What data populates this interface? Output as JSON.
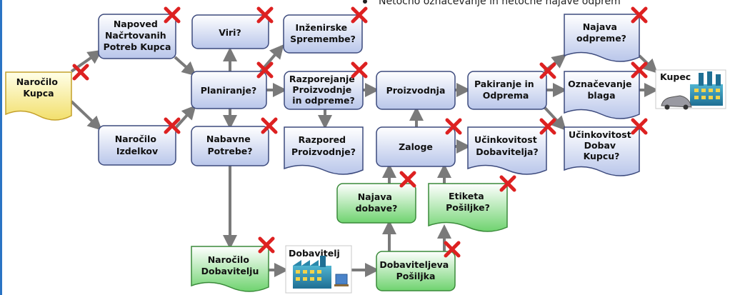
{
  "header_note": "Netočno označevanje in netočne najave odprem",
  "colors": {
    "blue_top": "#ffffff",
    "blue_bottom": "#b9c6ea",
    "blue_stroke": "#3c4a7d",
    "green_top": "#ffffff",
    "green_bottom": "#6fd36f",
    "green_stroke": "#3a8a3a",
    "yellow_top": "#ffffe8",
    "yellow_bottom": "#f2df6c",
    "yellow_stroke": "#c4a02a",
    "arrow": "#7a7a7a",
    "cross": "#dd2121",
    "accent_border": "#2a74c4"
  },
  "nodes": {
    "narocilo_kupca": [
      "Naročilo",
      "Kupca"
    ],
    "napoved": [
      "Napoved",
      "Načrtovanih",
      "Potreb Kupca"
    ],
    "narocilo_izdelkov": [
      "Naročilo",
      "Izdelkov"
    ],
    "viri": [
      "Viri?"
    ],
    "planiranje": [
      "Planiranje?"
    ],
    "nabavne_potrebe": [
      "Nabavne",
      "Potrebe?"
    ],
    "inzenirske_spremembe": [
      "Inženirske",
      "Spremembe?"
    ],
    "razporejanje": [
      "Razporejanje",
      "Proizvodnje",
      "in odpreme?"
    ],
    "razpored": [
      "Razpored",
      "Proizvodnje?"
    ],
    "proizvodnja": [
      "Proizvodnja"
    ],
    "zaloge": [
      "Zaloge"
    ],
    "najava_dobave": [
      "Najava",
      "dobave?"
    ],
    "etiketa_posiljke": [
      "Etiketa",
      "Pošiljke?"
    ],
    "pakiranje": [
      "Pakiranje in",
      "Odprema"
    ],
    "ucinkovitost_dobavitelja": [
      "Učinkovitost",
      "Dobavitelja?"
    ],
    "najava_odpreme": [
      "Najava",
      "odpreme?"
    ],
    "oznacevanje_blaga": [
      "Označevanje",
      "blaga"
    ],
    "ucinkovitost_dobav": [
      "Učinkovitost",
      "Dobav",
      "Kupcu?"
    ],
    "narocilo_dobavitelju": [
      "Naročilo",
      "Dobavitelju"
    ],
    "dobaviteljeva_posiljka": [
      "Dobaviteljeva",
      "Pošiljka"
    ],
    "dobavitelj": "Dobavitelj",
    "kupec": "Kupec"
  }
}
